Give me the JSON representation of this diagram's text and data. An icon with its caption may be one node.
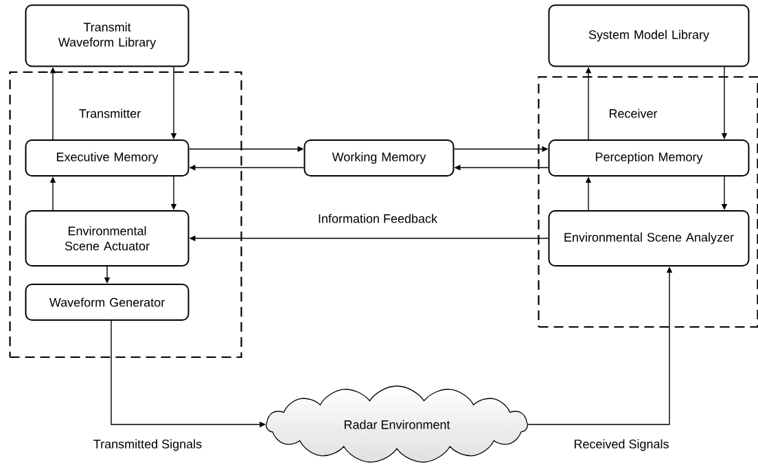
{
  "diagram": {
    "nodes": [
      {
        "text": [
          "Transmitter"
        ]
      },
      {
        "text": [
          "Transmit Waveform Library"
        ]
      },
      {
        "text": [
          "Executive Memory"
        ],
        "in": 0
      },
      {
        "text": [
          "Environmental Scene Actuator"
        ],
        "in": 0
      },
      {
        "text": [
          "Waveform Generator"
        ],
        "in": 0
      },
      {
        "text": [
          "Working Memory"
        ]
      },
      {
        "text": [
          "Receiver"
        ]
      },
      {
        "text": [
          "System Model Library"
        ]
      },
      {
        "text": [
          "Perception Memory"
        ],
        "in": 6
      },
      {
        "text": [
          "Environmental Scene Analyzer"
        ],
        "in": 6
      },
      {
        "text": [
          "Radar Environment"
        ]
      }
    ],
    "edges": [
      {
        "from": 2,
        "to": 1,
        "arrow": "to"
      },
      {
        "from": 1,
        "to": 2,
        "arrow": "to"
      },
      {
        "from": 2,
        "to": 5,
        "arrow": "to"
      },
      {
        "from": 5,
        "to": 2,
        "arrow": "to"
      },
      {
        "from": 5,
        "to": 8,
        "arrow": "to"
      },
      {
        "from": 8,
        "to": 5,
        "arrow": "to"
      },
      {
        "from": 8,
        "to": 7,
        "arrow": "to"
      },
      {
        "from": 7,
        "to": 8,
        "arrow": "to"
      },
      {
        "from": 3,
        "to": 2,
        "arrow": "to"
      },
      {
        "from": 2,
        "to": 3,
        "arrow": "to"
      },
      {
        "from": 9,
        "to": 8,
        "arrow": "to"
      },
      {
        "from": 8,
        "to": 9,
        "arrow": "to"
      },
      {
        "from": 9,
        "to": 3,
        "arrow": "to",
        "label": "Information Feedback"
      },
      {
        "from": 3,
        "to": 4,
        "arrow": "to"
      },
      {
        "from": 4,
        "to": 10,
        "arrow": "to",
        "label": "Transmitted Signals"
      },
      {
        "from": 10,
        "to": 9,
        "arrow": "to",
        "label": "Received Signals"
      }
    ]
  }
}
